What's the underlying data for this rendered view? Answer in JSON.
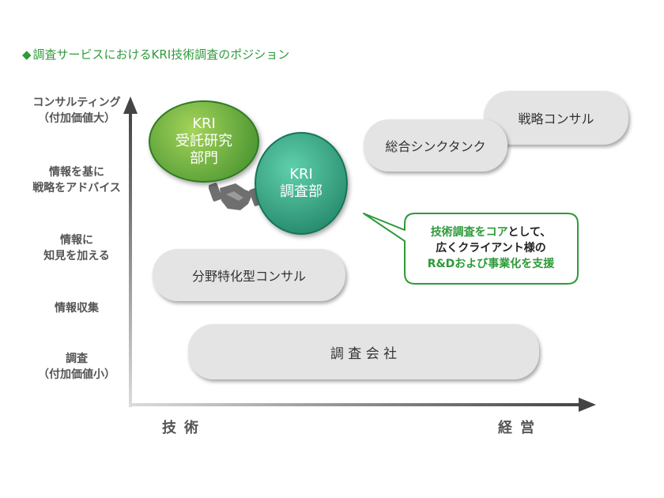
{
  "title": {
    "mark": "◆",
    "text": "調査サービスにおけるKRI技術調査のポジション"
  },
  "y_labels": [
    "コンサルティング\n（付加価値大）",
    "情報を基に\n戦略をアドバイス",
    "情報に\n知見を加える",
    "情報収集",
    "調査\n（付加価値小）"
  ],
  "x_labels": {
    "left": "技術",
    "right": "経営"
  },
  "pills": {
    "strategy": "戦略コンサル",
    "think_tank": "総合シンクタンク",
    "specialized": "分野特化型コンサル",
    "research_co": "調 査 会 社"
  },
  "circles": {
    "kri_dept": "KRI\n受託研究\n部門",
    "kri_survey": "KRI\n調査部"
  },
  "callout": {
    "line1_hl": "技術調査をコア",
    "line1_rest": "として、",
    "line2": "広くクライアント様の",
    "line3": "R&Dおよび事業化を支援"
  },
  "colors": {
    "accent": "#2e9a3a",
    "circle_green_light": "#8cc63f",
    "circle_green_dark": "#3a8a2a",
    "circle_teal_light": "#4fc3a0",
    "circle_teal_dark": "#1e8a6a",
    "pill": "#e4e4e4"
  },
  "icons": {
    "handshake": "handshake-icon"
  }
}
